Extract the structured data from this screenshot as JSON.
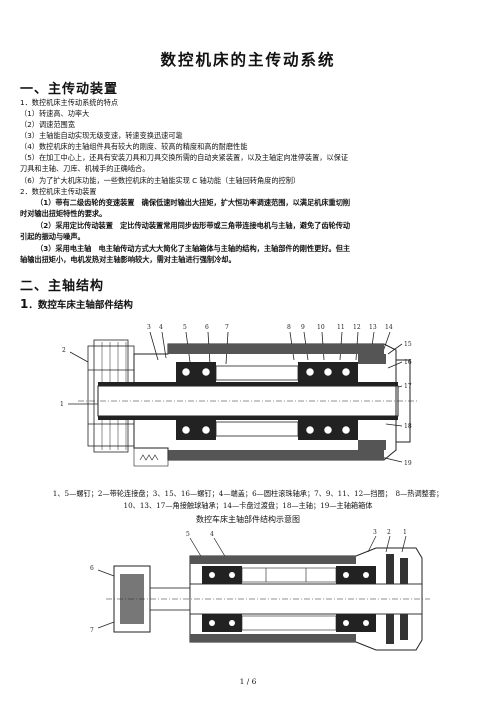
{
  "title": "数控机床的主传动系统",
  "section1": {
    "heading": "一、主传动装置",
    "lines": [
      "1．数控机床主传动系统的特点",
      "（1）转速高、功率大",
      "（2）调速范围宽",
      "（3）主轴能自动实现无级变速，转速变换迅速可靠",
      "（4）数控机床的主轴组件具有较大的刚度、较高的精度和高的耐磨性能",
      "（5）在加工中心上，还具有安装刀具和刀具交换所需的自动夹紧装置，以及主轴定向准停装置，以保证",
      "刀具和主轴、刀库、机械手的正确啮合。",
      "（6）为了扩大机床功能，一些数控机床的主轴能实现 C 轴功能（主轴回转角度的控制）",
      "2．数控机床主传动装置"
    ],
    "para1": [
      "（1）带有二级齿轮的变速装置　确保低速时输出大扭矩，扩大恒功率调速范围，以满足机床重切削",
      "时对输出扭矩特性的要求。"
    ],
    "para2": [
      "（2）采用定比传动装置　定比传动装置常用同步齿形带或三角带连接电机与主轴，避免了齿轮传动",
      "引起的振动与噪声。"
    ],
    "para3": [
      "（3）采用电主轴　电主轴传动方式大大简化了主轴箱体与主轴的结构，主轴部件的刚性更好。但主",
      "轴输出扭矩小，电机发热对主轴影响较大，需对主轴进行强制冷却。"
    ]
  },
  "section2": {
    "heading": "二、主轴结构",
    "subheading_num": "1",
    "subheading_text": "．数控车床主轴部件结构"
  },
  "figure1": {
    "labels_top": [
      "3",
      "4",
      "5",
      "6",
      "7",
      "8",
      "9",
      "10",
      "11",
      "12",
      "13",
      "14"
    ],
    "labels_left": [
      "2",
      "1"
    ],
    "labels_right": [
      "15",
      "16",
      "17",
      "18",
      "19"
    ],
    "caption_line1": "1、5—螺钉；2—带轮连接盘；3、15、16—螺钉；4—端盖；6—圆柱滚珠轴承；7、9、11、12—挡圈；　8—热调整套；",
    "caption_line2": "10、13、17—角接触球轴承；14—卡盘过渡盘；18—主轴；19—主轴箱箱体",
    "title": "数控车床主轴部件结构示意图"
  },
  "figure2": {
    "labels": [
      "5",
      "4",
      "3",
      "2",
      "1",
      "6",
      "7"
    ]
  },
  "footer": {
    "page": "1 / 6"
  }
}
